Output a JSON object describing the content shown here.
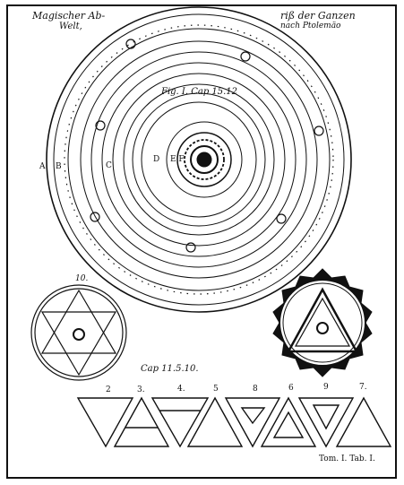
{
  "plate": {
    "title_left": "Magischer Ab-",
    "title_left_2": "Welt,",
    "title_right": "riß der Ganzen",
    "title_right_2": "nach Ptolemäo",
    "figure_caption": "Fig. I. Cap 15.12",
    "ring_labels": [
      "A",
      "B",
      "C"
    ],
    "center_labels": [
      "D",
      "E F"
    ],
    "hexagram_number": "10.",
    "lower_caption": "Cap 11.5.10.",
    "triangle_numbers": [
      "2",
      "3.",
      "4.",
      "5",
      "8",
      "6",
      "9",
      "7."
    ],
    "footer": "Tom. I. Tab. I."
  },
  "colors": {
    "ink": "#111111",
    "paper": "#ffffff"
  }
}
